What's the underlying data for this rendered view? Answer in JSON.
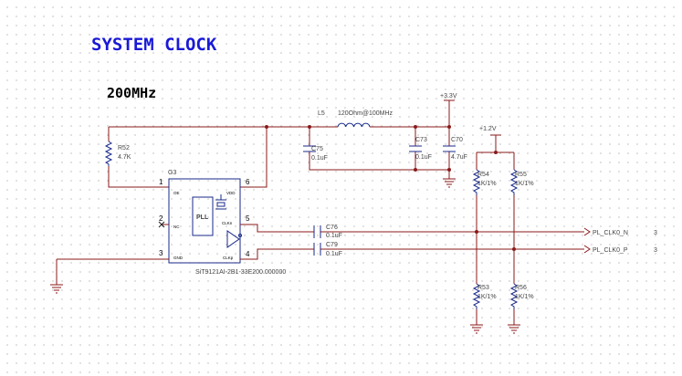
{
  "title": "SYSTEM CLOCK",
  "frequency": "200MHz",
  "colors": {
    "title": "#1a1ad6",
    "wire": "#8b1a1a",
    "component": "#1a2a8b",
    "junction": "#8b1a1a",
    "dot_grid": "#bdbdbd"
  },
  "power": {
    "v33": "+3.3V",
    "v12": "+1.2V"
  },
  "inductor": {
    "ref": "L5",
    "value": "120Ohm@100MHz"
  },
  "r52": {
    "ref": "R52",
    "value": "4.7K"
  },
  "c75": {
    "ref": "C75",
    "value": "0.1uF"
  },
  "c73": {
    "ref": "C73",
    "value": "0.1uF"
  },
  "c70": {
    "ref": "C70",
    "value": "4.7uF"
  },
  "ic": {
    "ref": "G3",
    "part": "SiT9121AI-2B1-33E200.000000",
    "block": "PLL",
    "pins": [
      {
        "num": "1",
        "name": "OE"
      },
      {
        "num": "2",
        "name": "NC"
      },
      {
        "num": "3",
        "name": "GND"
      },
      {
        "num": "4",
        "name": "CLKp"
      },
      {
        "num": "5",
        "name": "CLKn"
      },
      {
        "num": "6",
        "name": "VDD"
      }
    ]
  },
  "c76": {
    "ref": "C76",
    "value": "0.1uF"
  },
  "c79": {
    "ref": "C79",
    "value": "0.1uF"
  },
  "r54": {
    "ref": "R54",
    "value": "1K/1%"
  },
  "r55": {
    "ref": "R55",
    "value": "1K/1%"
  },
  "r53": {
    "ref": "R53",
    "value": "1K/1%"
  },
  "r56": {
    "ref": "R56",
    "value": "1K/1%"
  },
  "ports": [
    {
      "name": "PL_CLK0_N",
      "sheet": "3"
    },
    {
      "name": "PL_CLK0_P",
      "sheet": "3"
    }
  ]
}
